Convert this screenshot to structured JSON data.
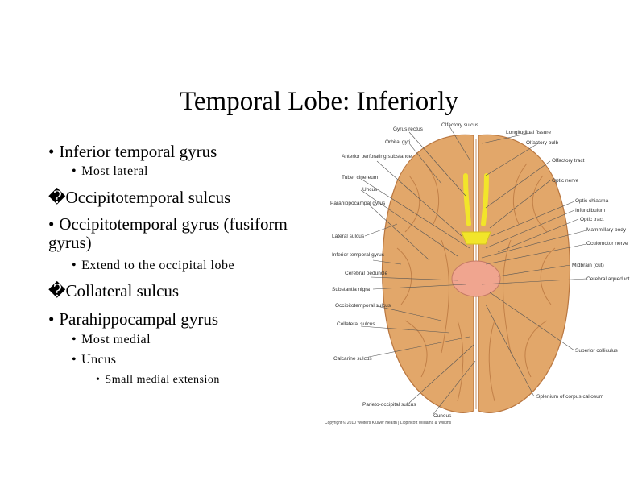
{
  "slide": {
    "title": "Temporal Lobe: Inferiorly",
    "bullets": [
      {
        "marker": "•",
        "text": "Inferior temporal gyrus"
      },
      {
        "marker": "•",
        "text": "Most lateral"
      },
      {
        "marker": "�",
        "text": "Occipitotemporal sulcus"
      },
      {
        "marker": "•",
        "text": "Occipitotemporal gyrus (fusiform gyrus)"
      },
      {
        "marker": "•",
        "text": "Extend to the occipital lobe"
      },
      {
        "marker": "�",
        "text": "Collateral sulcus"
      },
      {
        "marker": "•",
        "text": "Parahippocampal gyrus"
      },
      {
        "marker": "•",
        "text": "Most medial"
      },
      {
        "marker": "•",
        "text": "Uncus"
      },
      {
        "marker": "•",
        "text": "Small medial extension"
      }
    ]
  },
  "figure": {
    "labels_left": [
      "Gyrus rectus",
      "Orbital gyri",
      "Anterior perforating substance",
      "Tuber cinereum",
      "Uncus",
      "Parahippocampal gyrus",
      "Lateral sulcus",
      "Inferior temporal gyrus",
      "Cerebral peduncle",
      "Substantia nigra",
      "Occipitotemporal sulcus",
      "Collateral sulcus",
      "Calcarine sulcus",
      "Parieto-occipital sulcus",
      "Cuneus"
    ],
    "labels_right": [
      "Olfactory sulcus",
      "Longitudinal fissure",
      "Olfactory bulb",
      "Olfactory tract",
      "Optic nerve",
      "Optic chiasma",
      "Infundibulum",
      "Optic tract",
      "Mammillary body",
      "Oculomotor nerve",
      "Midbrain (cut)",
      "Cerebral aqueduct",
      "Superior colliculus",
      "Splenium of corpus callosum"
    ],
    "copyright": "Copyright © 2010 Wolters Kluwer Health | Lippincott Williams & Wilkins",
    "colors": {
      "brain": "#e2a76a",
      "brain_dark": "#b9763f",
      "olfactory": "#f2e52a",
      "midbrain": "#f0a58f",
      "line": "#555555"
    }
  }
}
